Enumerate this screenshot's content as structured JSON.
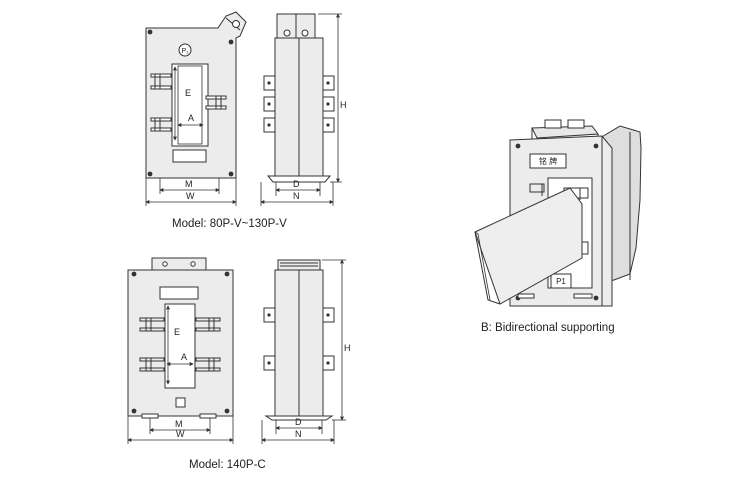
{
  "captions": {
    "model_80": "Model:  80P-V~130P-V",
    "model_140": "Model:  140P-C",
    "bidirectional": "B:  Bidirectional supporting"
  },
  "labels": {
    "p1_small": "P₁",
    "p1_box": "P1",
    "E": "E",
    "A": "A",
    "M": "M",
    "W": "W",
    "D": "D",
    "N": "N",
    "H": "H",
    "nameplate": "铭   牌"
  },
  "colors": {
    "line": "#333333",
    "body_fill": "#ececec",
    "shadow_fill": "#d8d8d8"
  }
}
